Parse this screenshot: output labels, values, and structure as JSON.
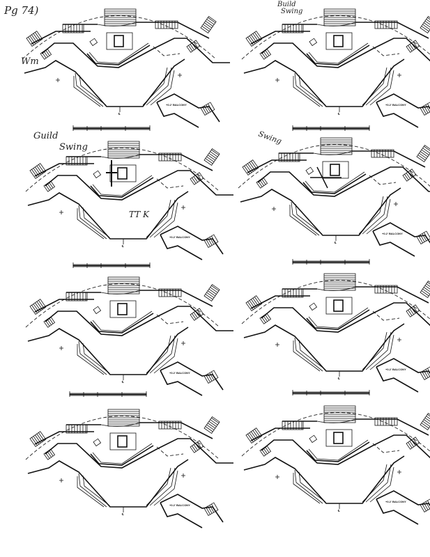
{
  "page": {
    "page_note": "Pg 74)",
    "colors": {
      "ink": "#111111",
      "paper": "#ffffff"
    }
  },
  "panels": [
    {
      "balcony_label": "+0.2' BALCONY",
      "center_mark": "℄"
    },
    {
      "balcony_label": "+0.2' BALCONY",
      "center_mark": "℄"
    },
    {
      "balcony_label": "+0.2' BALCONY",
      "center_mark": "℄"
    },
    {
      "balcony_label": "+0.2' BALCONY",
      "center_mark": "℄"
    },
    {
      "balcony_label": "+0.2' BALCONY",
      "center_mark": "℄"
    },
    {
      "balcony_label": "+0.2' BALCONY",
      "center_mark": "℄"
    },
    {
      "balcony_label": "+0.2' BALCONY",
      "center_mark": "℄"
    },
    {
      "balcony_label": "+0.2' BALCONY",
      "center_mark": "℄"
    }
  ],
  "annotations": {
    "wm": "Wm",
    "build_swing_1": "Build",
    "build_swing_2": "Swing",
    "guild_swing_1": "Guild",
    "guild_swing_2": "Swing",
    "swing_right": "Swing",
    "tk": "TT K"
  }
}
